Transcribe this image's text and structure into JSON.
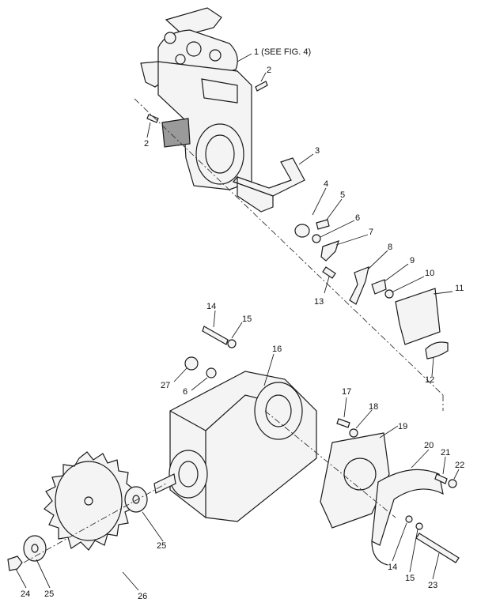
{
  "labels": {
    "l1": "1 (SEE FIG. 4)",
    "l2a": "2",
    "l2b": "2",
    "l3": "3",
    "l4": "4",
    "l5": "5",
    "l6a": "6",
    "l7": "7",
    "l8": "8",
    "l9": "9",
    "l10": "10",
    "l11": "11",
    "l12": "12",
    "l13": "13",
    "l14a": "14",
    "l15a": "15",
    "l16": "16",
    "l27": "27",
    "l6b": "6",
    "l17": "17",
    "l18": "18",
    "l19": "19",
    "l20": "20",
    "l21": "21",
    "l22": "22",
    "l25a": "25",
    "l14b": "14",
    "l15b": "15",
    "l23": "23",
    "l24": "24",
    "l25b": "25",
    "l26": "26"
  }
}
